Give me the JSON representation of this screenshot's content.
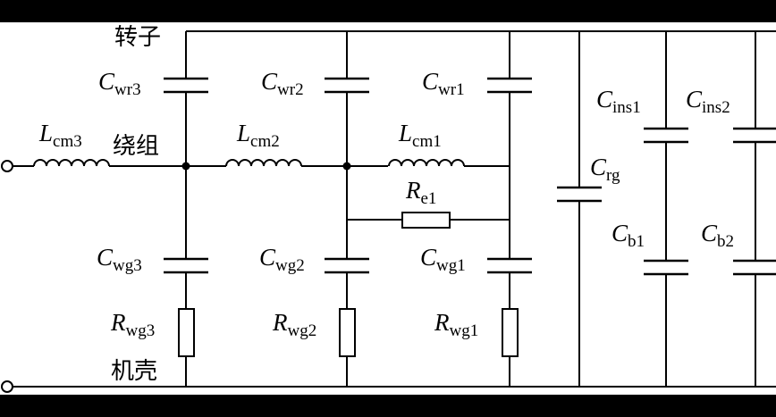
{
  "colors": {
    "background": "#ffffff",
    "frame": "#000000",
    "ink": "#000000"
  },
  "node_labels": {
    "rotor": "转子",
    "winding": "绕组",
    "housing": "机壳"
  },
  "components": {
    "Lcm3": {
      "sym": "L",
      "sub": "cm3"
    },
    "Lcm2": {
      "sym": "L",
      "sub": "cm2"
    },
    "Lcm1": {
      "sym": "L",
      "sub": "cm1"
    },
    "Cwr3": {
      "sym": "C",
      "sub": "wr3"
    },
    "Cwr2": {
      "sym": "C",
      "sub": "wr2"
    },
    "Cwr1": {
      "sym": "C",
      "sub": "wr1"
    },
    "Re1": {
      "sym": "R",
      "sub": "e1"
    },
    "Cwg3": {
      "sym": "C",
      "sub": "wg3"
    },
    "Cwg2": {
      "sym": "C",
      "sub": "wg2"
    },
    "Cwg1": {
      "sym": "C",
      "sub": "wg1"
    },
    "Rwg3": {
      "sym": "R",
      "sub": "wg3"
    },
    "Rwg2": {
      "sym": "R",
      "sub": "wg2"
    },
    "Rwg1": {
      "sym": "R",
      "sub": "wg1"
    },
    "Crg": {
      "sym": "C",
      "sub": "rg"
    },
    "Cins1": {
      "sym": "C",
      "sub": "ins1"
    },
    "Cins2": {
      "sym": "C",
      "sub": "ins2"
    },
    "Cb1": {
      "sym": "C",
      "sub": "b1"
    },
    "Cb2": {
      "sym": "C",
      "sub": "b2"
    }
  }
}
